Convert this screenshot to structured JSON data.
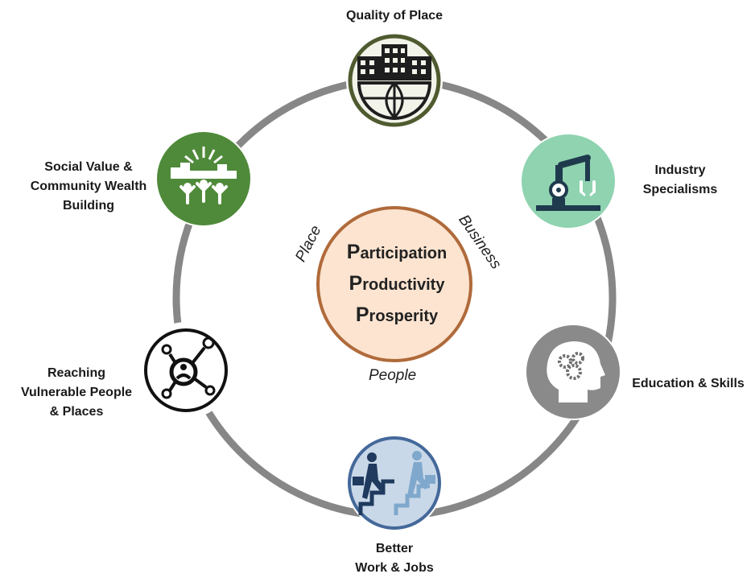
{
  "center": {
    "lines": [
      {
        "initial": "P",
        "rest": "articipation"
      },
      {
        "initial": "P",
        "rest": "roductivity"
      },
      {
        "initial": "P",
        "rest": "rosperity"
      }
    ]
  },
  "ring_words": {
    "place": "Place",
    "business": "Business",
    "people": "People"
  },
  "nodes": {
    "quality": {
      "lines": [
        "Quality of Place"
      ],
      "icon": "city-globe-icon",
      "fill": "#f2f4ea",
      "border": "#4f5b2f"
    },
    "industry": {
      "lines": [
        "Industry",
        "Specialisms"
      ],
      "icon": "robot-arm-icon",
      "fill": "#8fd3b0"
    },
    "education": {
      "lines": [
        "Education & Skills"
      ],
      "icon": "head-gears-icon",
      "fill": "#8a8a8a"
    },
    "better": {
      "lines": [
        "Better",
        "Work & Jobs"
      ],
      "icon": "climbing-stairs-icon",
      "fill": "#c9d8e8",
      "border": "#44689a"
    },
    "reaching": {
      "lines": [
        "Reaching",
        "Vulnerable People",
        "& Places"
      ],
      "icon": "network-person-icon",
      "fill": "#ffffff",
      "border": "#111111"
    },
    "social": {
      "lines": [
        "Social Value &",
        "Community Wealth",
        "Building"
      ],
      "icon": "community-people-icon",
      "fill": "#4f8a3a"
    }
  },
  "colors": {
    "ring": "#878787",
    "center_fill": "#fce4d0",
    "center_border": "#b06a3a"
  }
}
